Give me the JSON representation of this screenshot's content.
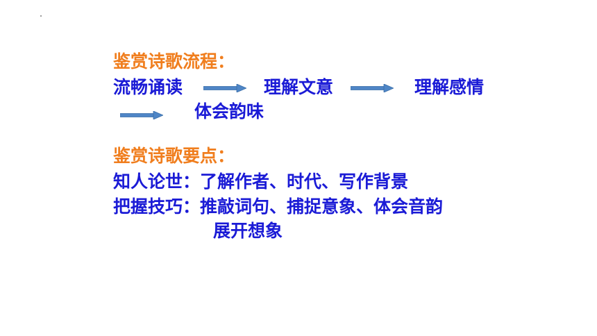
{
  "section1": {
    "heading": "鉴赏诗歌流程：",
    "steps": [
      "流畅诵读",
      "理解文意",
      "理解感情",
      "体会韵味"
    ]
  },
  "section2": {
    "heading": "鉴赏诗歌要点：",
    "point1": "知人论世：了解作者、时代、写作背景",
    "point2": "把握技巧：推敲词句、捕捉意象、体会音韵",
    "point2_cont": "展开想象"
  },
  "colors": {
    "heading": "#f07e1e",
    "body": "#1b1bd6",
    "arrow": "#4f86c6"
  }
}
